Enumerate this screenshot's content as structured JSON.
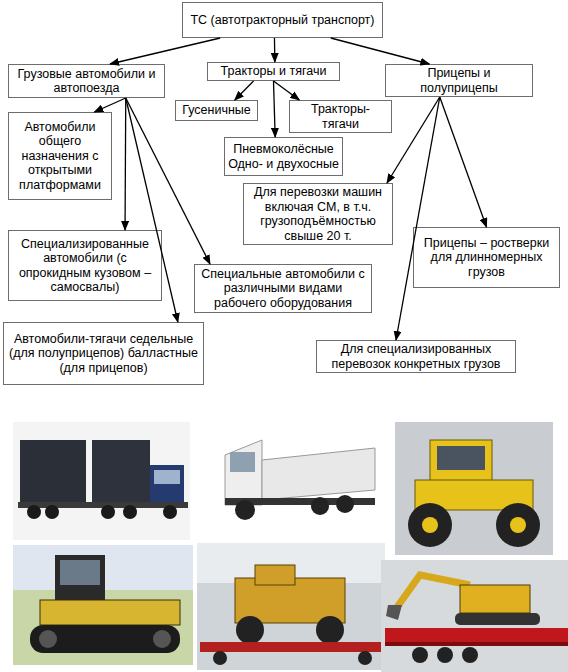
{
  "diagram": {
    "nodes": [
      {
        "text": [
          "ТС (автотракторный транспорт)"
        ]
      },
      {
        "text": [
          "Грузовые автомобили и автопоезда"
        ]
      },
      {
        "text": [
          "Тракторы и тягачи"
        ]
      },
      {
        "text": [
          "Прицепы и полуприцепы"
        ]
      },
      {
        "text": [
          "Автомобили общего назначения с открытыми платформами"
        ]
      },
      {
        "text": [
          "Гусеничные"
        ]
      },
      {
        "text": [
          "Тракторы-тягачи"
        ]
      },
      {
        "text": [
          "Пневмоколёсные Одно- и двухосные"
        ]
      },
      {
        "text": [
          "Для перевозки машин включая СМ, в т.ч. грузоподъёмностью свыше 20 т."
        ]
      },
      {
        "text": [
          "Специализированные автомобили (с опрокидным кузовом – самосвалы)"
        ]
      },
      {
        "text": [
          "Прицепы – ростверки для длинномерных грузов"
        ]
      },
      {
        "text": [
          "Специальные автомобили с различными видами рабочего оборудования"
        ]
      },
      {
        "text": [
          "Автомобили-тягачи седельные (для полуприцепов) балластные (для прицепов)"
        ]
      },
      {
        "text": [
          "Для специализированных перевозок конкретных грузов"
        ]
      }
    ],
    "edges": [
      {
        "from": 0,
        "to": 1,
        "arrow": "to"
      },
      {
        "from": 0,
        "to": 2,
        "arrow": "to"
      },
      {
        "from": 0,
        "to": 3,
        "arrow": "to"
      },
      {
        "from": 1,
        "to": 4,
        "arrow": "to"
      },
      {
        "from": 1,
        "to": 9,
        "arrow": "to"
      },
      {
        "from": 1,
        "to": 11,
        "arrow": "to"
      },
      {
        "from": 1,
        "to": 12,
        "arrow": "to"
      },
      {
        "from": 2,
        "to": 5,
        "arrow": "to"
      },
      {
        "from": 2,
        "to": 6,
        "arrow": "to"
      },
      {
        "from": 2,
        "to": 7,
        "arrow": "to"
      },
      {
        "from": 3,
        "to": 8,
        "arrow": "to"
      },
      {
        "from": 3,
        "to": 10,
        "arrow": "to"
      },
      {
        "from": 3,
        "to": 13,
        "arrow": "to"
      }
    ]
  }
}
